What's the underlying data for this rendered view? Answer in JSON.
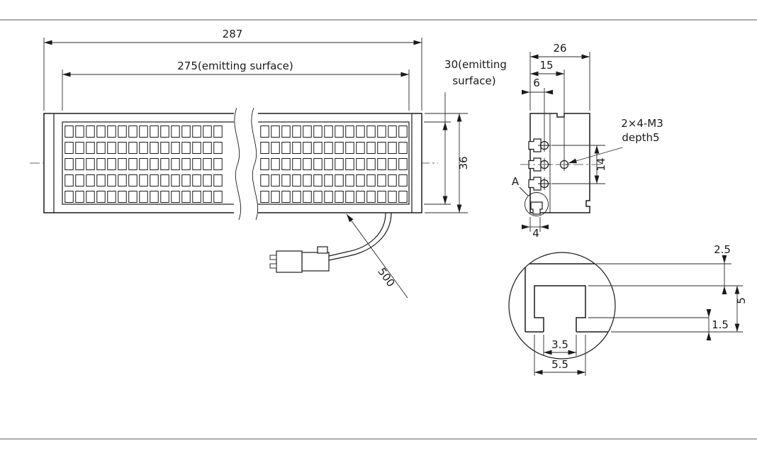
{
  "front_view": {
    "dim_overall_width": "287",
    "dim_emitting_width": "275(emitting surface)",
    "dim_emitting_height_l1": "30(emitting",
    "dim_emitting_height_l2": "surface)",
    "dim_overall_height": "36",
    "dim_cable_length": "500"
  },
  "side_view": {
    "dim_overall_width": "26",
    "dim_hole_col2": "15",
    "dim_hole_col1": "6",
    "hole_note_l1": "2×4-M3",
    "hole_note_l2": "depth5",
    "dim_hole_spacing": "14",
    "dim_slot_position": "4",
    "detail_label": "A"
  },
  "detail_view": {
    "dim_top_wall": "2.5",
    "dim_slot_depth": "5",
    "dim_lip": "1.5",
    "dim_slot_opening": "3.5",
    "dim_slot_width": "5.5"
  }
}
